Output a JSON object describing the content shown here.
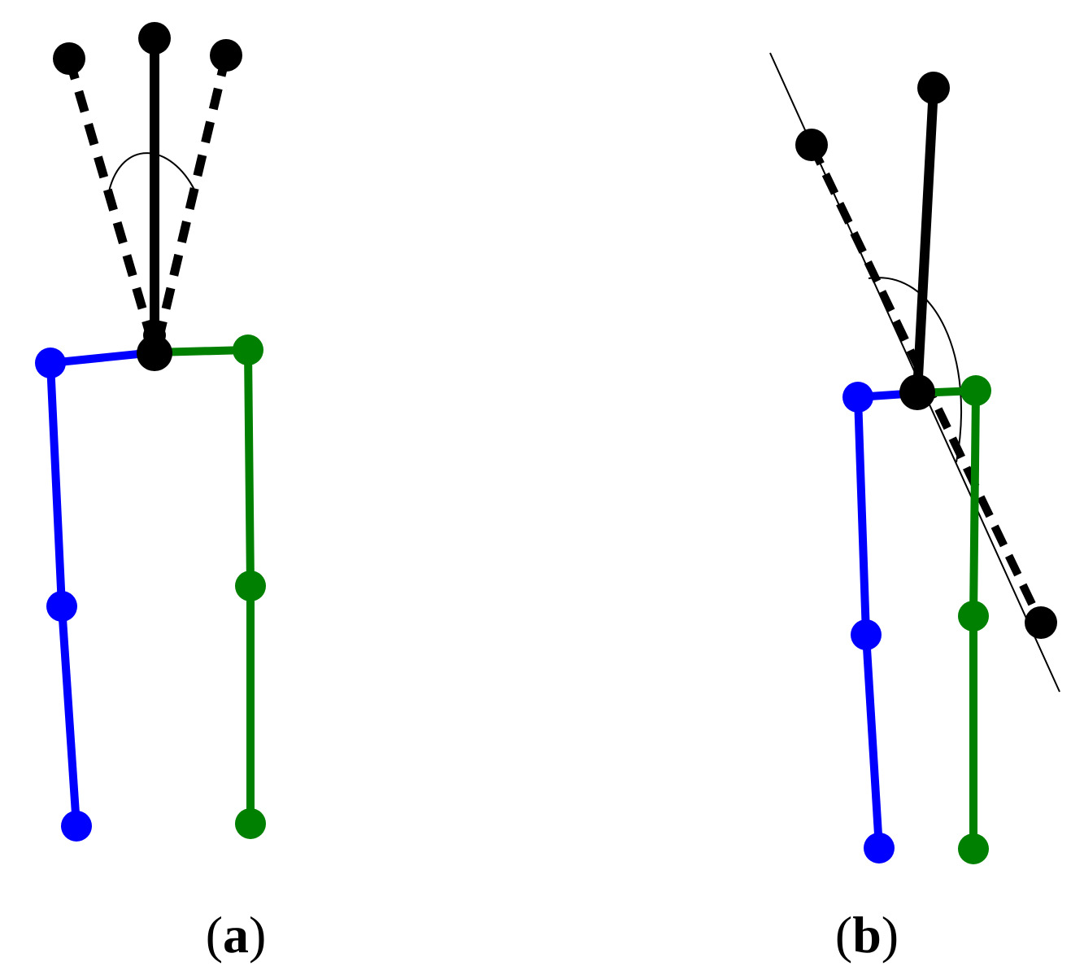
{
  "colors": {
    "left_leg": "#0000ff",
    "right_leg": "#008000",
    "trunk": "#000000",
    "background": "#ffffff"
  },
  "panels": [
    {
      "id": "a",
      "caption": {
        "open": "(",
        "letter": "a",
        "close": ")"
      },
      "trunk_style": "upright with two dashed tilt limits and an angle arc"
    },
    {
      "id": "b",
      "caption": {
        "open": "(",
        "letter": "b",
        "close": ")"
      },
      "trunk_style": "leaning with a dashed reference line along a thin line and an angle arc"
    }
  ]
}
